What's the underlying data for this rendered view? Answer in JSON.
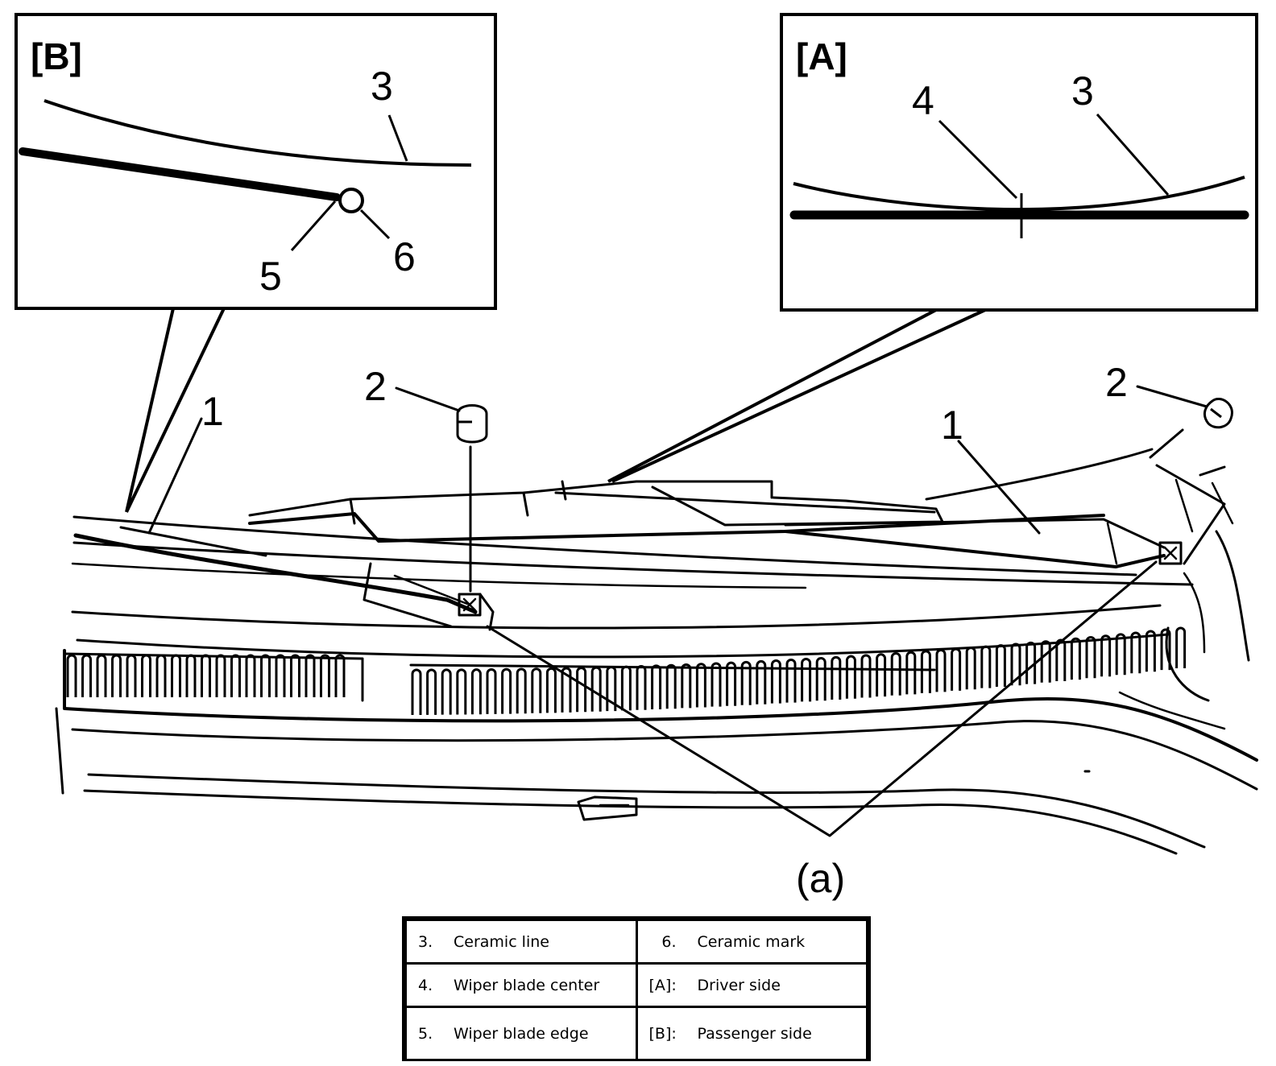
{
  "insets": {
    "B": {
      "title": "[B]",
      "labels": {
        "ceramic_line": "3",
        "blade_edge": "5",
        "ceramic_mark": "6"
      }
    },
    "A": {
      "title": "[A]",
      "labels": {
        "blade_center": "4",
        "ceramic_line": "3"
      }
    }
  },
  "callouts": {
    "arm_left": "1",
    "arm_right": "1",
    "cap_left": "2",
    "cap_right": "2",
    "nuts": "(a)"
  },
  "legend": {
    "rows": [
      {
        "left_num": "3.",
        "left_text": "Ceramic line",
        "right_num": "6.",
        "right_text": "Ceramic mark"
      },
      {
        "left_num": "4.",
        "left_text": "Wiper blade center",
        "right_num": "[A]:",
        "right_text": "Driver side"
      },
      {
        "left_num": "5.",
        "left_text": "Wiper blade edge",
        "right_num": "[B]:",
        "right_text": "Passenger side"
      }
    ]
  }
}
